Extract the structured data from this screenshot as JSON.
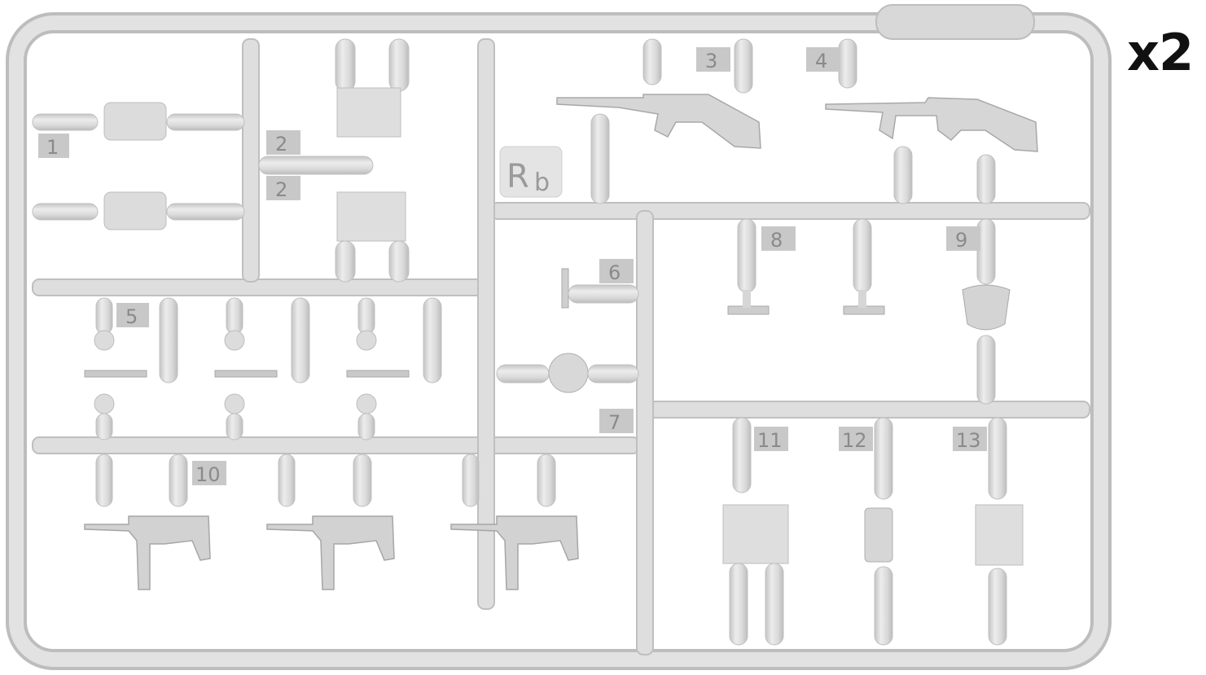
{
  "quantity": "x2",
  "sprue_code": {
    "main": "R",
    "sub": "b"
  },
  "part_numbers": [
    "1",
    "2",
    "2",
    "3",
    "4",
    "5",
    "6",
    "7",
    "8",
    "9",
    "10",
    "11",
    "12",
    "13"
  ],
  "colors": {
    "plastic": "#dcdcdc",
    "plastic_edge": "#bdbdbd",
    "tag": "#c8c8c8",
    "tag_text": "#8a8a8a",
    "label_text": "#111111"
  }
}
